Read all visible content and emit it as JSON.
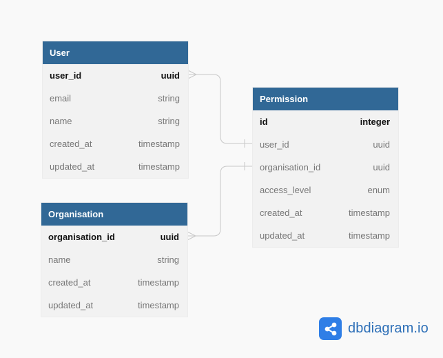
{
  "diagram": {
    "tables": [
      {
        "name": "User",
        "columns": [
          {
            "name": "user_id",
            "type": "uuid",
            "pk": true
          },
          {
            "name": "email",
            "type": "string"
          },
          {
            "name": "name",
            "type": "string"
          },
          {
            "name": "created_at",
            "type": "timestamp"
          },
          {
            "name": "updated_at",
            "type": "timestamp"
          }
        ]
      },
      {
        "name": "Organisation",
        "columns": [
          {
            "name": "organisation_id",
            "type": "uuid",
            "pk": true
          },
          {
            "name": "name",
            "type": "string"
          },
          {
            "name": "created_at",
            "type": "timestamp"
          },
          {
            "name": "updated_at",
            "type": "timestamp"
          }
        ]
      },
      {
        "name": "Permission",
        "columns": [
          {
            "name": "id",
            "type": "integer",
            "pk": true
          },
          {
            "name": "user_id",
            "type": "uuid"
          },
          {
            "name": "organisation_id",
            "type": "uuid"
          },
          {
            "name": "access_level",
            "type": "enum"
          },
          {
            "name": "created_at",
            "type": "timestamp"
          },
          {
            "name": "updated_at",
            "type": "timestamp"
          }
        ]
      }
    ],
    "relations": [
      {
        "from": "User.user_id",
        "from_cardinality": "many",
        "to": "Permission.user_id",
        "to_cardinality": "one"
      },
      {
        "from": "Organisation.organisation_id",
        "from_cardinality": "many",
        "to": "Permission.organisation_id",
        "to_cardinality": "one"
      }
    ]
  },
  "brand": {
    "name": "dbdiagram.io",
    "icon": "share-nodes-icon",
    "colors": {
      "header": "#316896",
      "logo_icon": "#2f7ee6",
      "logo_text": "#2d6fb7",
      "relation_line": "#c8c8c8"
    }
  }
}
